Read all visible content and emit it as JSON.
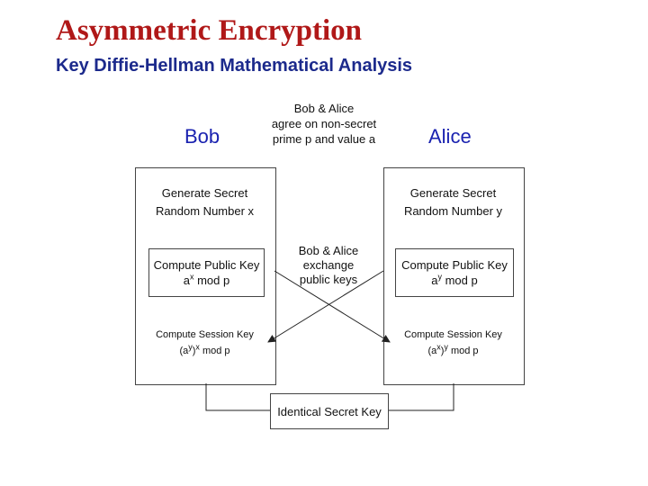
{
  "title": "Asymmetric Encryption",
  "subtitle": "Key Diffie-Hellman Mathematical Analysis",
  "bob": {
    "label": "Bob"
  },
  "alice": {
    "label": "Alice"
  },
  "agree_note": {
    "line1": "Bob & Alice",
    "line2": "agree on non-secret",
    "line3": "prime p and value a"
  },
  "exchange_note": {
    "line1": "Bob & Alice",
    "line2": "exchange",
    "line3": "public keys"
  },
  "bob_steps": {
    "secret_line1": "Generate Secret",
    "secret_line2": "Random Number x",
    "public_line1": "Compute Public Key",
    "public_base": "a",
    "public_exp": "x",
    "public_rest": " mod p",
    "session_line1": "Compute Session Key",
    "session_open": "(a",
    "session_inner_exp": "y",
    "session_close": ")",
    "session_outer_exp": "x",
    "session_rest": " mod p"
  },
  "alice_steps": {
    "secret_line1": "Generate Secret",
    "secret_line2": "Random Number y",
    "public_line1": "Compute Public Key",
    "public_base": "a",
    "public_exp": "y",
    "public_rest": " mod p",
    "session_line1": "Compute Session Key",
    "session_open": "(a",
    "session_inner_exp": "x",
    "session_close": ")",
    "session_outer_exp": "y",
    "session_rest": " mod p"
  },
  "result": {
    "label": "Identical Secret Key"
  },
  "colors": {
    "title": "#b01818",
    "subtitle": "#1c2a8c",
    "party": "#1a22b0",
    "line": "#444444"
  }
}
